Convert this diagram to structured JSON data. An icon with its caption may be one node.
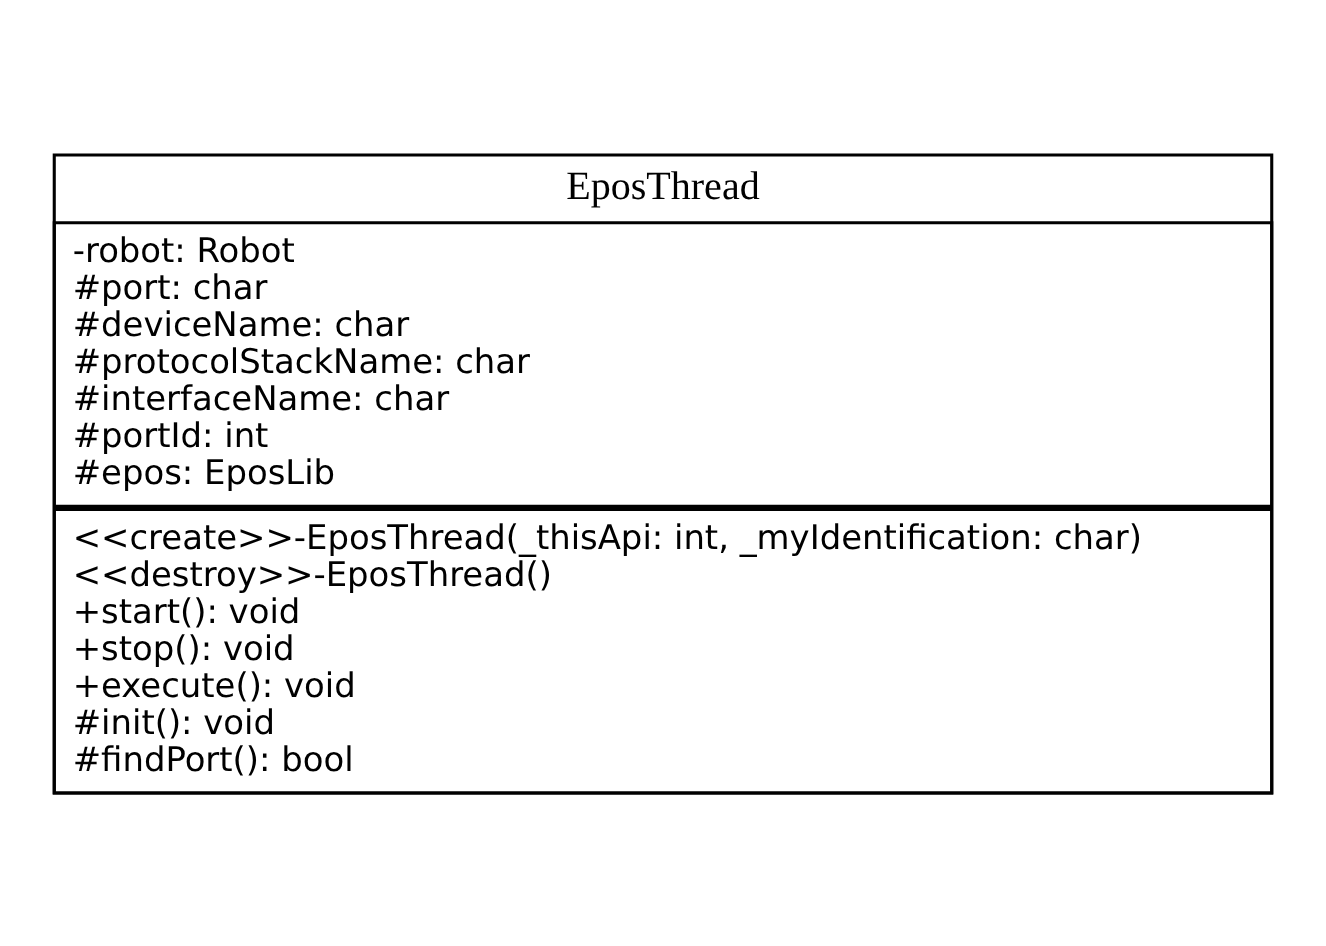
{
  "diagram": {
    "nodes": [
      {
        "text": [
          "EposThread"
        ]
      },
      {
        "text": [
          "-robot: Robot",
          "#port: char",
          "#deviceName: char",
          "#protocolStackName: char",
          "#interfaceName: char",
          "#portId: int",
          "#epos: EposLib"
        ],
        "in": 0
      },
      {
        "text": [
          "<<create>>-EposThread(_thisApi: int, _myIdentification: char)",
          "<<destroy>>-EposThread()",
          "+start(): void",
          "+stop(): void",
          "+execute(): void",
          "#init(): void",
          "#findPort(): bool"
        ],
        "in": 0
      }
    ],
    "edges": []
  }
}
